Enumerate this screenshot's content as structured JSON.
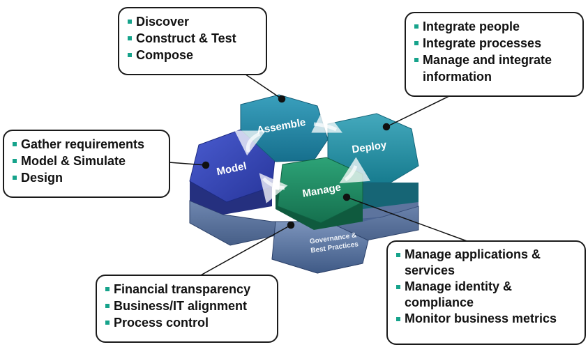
{
  "hexagons": {
    "assemble": "Assemble",
    "deploy": "Deploy",
    "model": "Model",
    "manage": "Manage",
    "governance": [
      "Governance &",
      "Best Practices"
    ]
  },
  "callouts": {
    "assemble": [
      "Discover",
      "Construct & Test",
      "Compose"
    ],
    "deploy": [
      "Integrate people",
      "Integrate processes",
      "Manage and integrate",
      "information"
    ],
    "model": [
      "Gather requirements",
      "Model & Simulate",
      "Design"
    ],
    "manage": [
      "Manage applications &",
      "services",
      "Manage identity &",
      "compliance",
      "Monitor business metrics"
    ],
    "governance": [
      "Financial transparency",
      "Business/IT alignment",
      "Process control"
    ]
  },
  "colors": {
    "assemble": "#1e7fa0",
    "deploy": "#1e8fa5",
    "model": "#3546b3",
    "manage": "#1f8a62",
    "governance": "#5d78a3",
    "bullet": "#16a38b"
  }
}
